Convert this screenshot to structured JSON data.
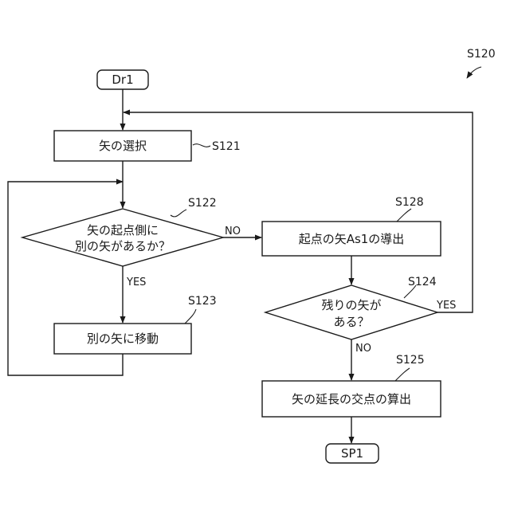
{
  "figure": {
    "ref": "S120"
  },
  "nodes": {
    "start": {
      "label": "Dr1"
    },
    "select_arrow": {
      "label": "矢の選択",
      "step": "S121"
    },
    "other_arrow_at_start": {
      "line1": "矢の起点側に",
      "line2": "別の矢があるか？",
      "step": "S122"
    },
    "move_to_other_arrow": {
      "label": "別の矢に移動",
      "step": "S123"
    },
    "derive_start_point": {
      "label": "起点の矢As1の導出",
      "step": "S128"
    },
    "remaining_arrow": {
      "line1": "残りの矢が",
      "line2": "ある？",
      "step": "S124"
    },
    "compute_intersection": {
      "label": "矢の延長の交点の算出",
      "step": "S125"
    },
    "end": {
      "label": "SP1"
    }
  },
  "edges": {
    "s122_no": "NO",
    "s122_yes": "YES",
    "s124_yes": "YES",
    "s124_no": "NO"
  }
}
